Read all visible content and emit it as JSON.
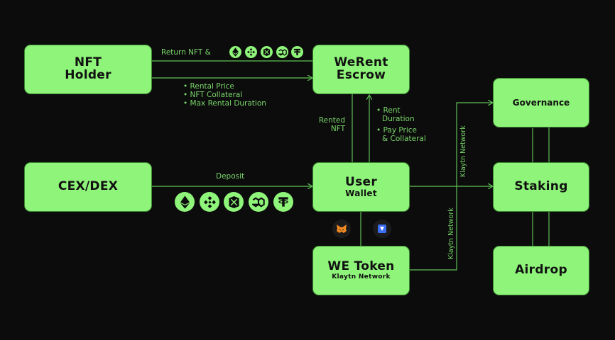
{
  "nodes": {
    "nft_holder": {
      "line1": "NFT",
      "line2": "Holder"
    },
    "escrow": {
      "line1": "WeRent",
      "line2": "Escrow"
    },
    "cex_dex": {
      "label": "CEX/DEX"
    },
    "user_wallet": {
      "line1": "User",
      "line2": "Wallet"
    },
    "we_token": {
      "label": "WE Token",
      "sub": "Klaytn Network"
    },
    "governance": {
      "label": "Governance"
    },
    "staking": {
      "label": "Staking"
    },
    "airdrop": {
      "label": "Airdrop"
    }
  },
  "edges": {
    "return_nft": "Return NFT &",
    "rental_terms": [
      "• Rental Price",
      "• NFT Collateral",
      "• Max Rental Duration"
    ],
    "rented_nft": [
      "Rented",
      "NFT"
    ],
    "rent_duration": [
      "• Rent",
      "Duration"
    ],
    "pay_price": [
      "• Pay Price",
      "& Collateral"
    ],
    "deposit": "Deposit",
    "klaytn_upper": "Klaytn Network",
    "klaytn_lower": "Klaytn Network"
  },
  "icons": {
    "return_coins": [
      "ethereum-icon",
      "bnb-icon",
      "klay-icon",
      "polygon-icon",
      "tether-icon"
    ],
    "deposit_coins": [
      "ethereum-icon",
      "bnb-icon",
      "klay-icon",
      "polygon-icon",
      "tether-icon"
    ],
    "wallets": [
      "metamask-icon",
      "kaikas-icon"
    ]
  },
  "colors": {
    "background": "#0c0c0c",
    "box": "#8ff57a",
    "line": "#5fbf55",
    "text": "#79d66a"
  }
}
